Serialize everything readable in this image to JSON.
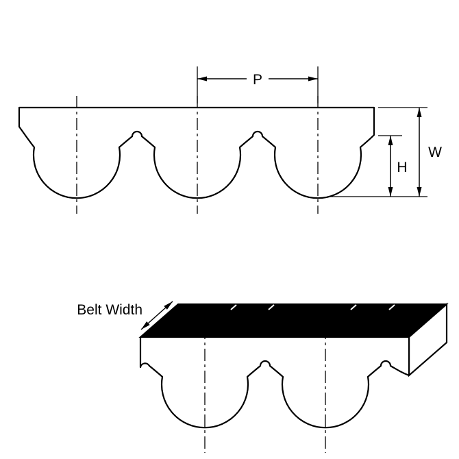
{
  "diagram": {
    "background": "#ffffff",
    "line_color": "#000000",
    "fill_color": "#ffffff",
    "top_face_color": "#000000",
    "labels": {
      "pitch": "P",
      "belt_height": "W",
      "tooth_height": "H",
      "belt_width": "Belt Width"
    }
  }
}
